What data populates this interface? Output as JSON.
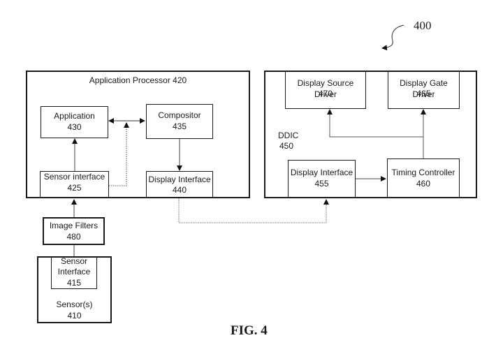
{
  "figure": {
    "reference_number": "400",
    "caption": "FIG. 4"
  },
  "application_processor": {
    "title": "Application Processor  420",
    "blocks": {
      "application": {
        "name": "Application",
        "number": "430"
      },
      "compositor": {
        "name": "Compositor",
        "number": "435"
      },
      "sensor_interface": {
        "name": "Sensor interface",
        "number": "425"
      },
      "display_interface": {
        "name": "Display Interface",
        "number": "440"
      }
    }
  },
  "ddic": {
    "name": "DDIC",
    "number": "450",
    "blocks": {
      "source_driver": {
        "name": "Display Source Driver",
        "number": "470"
      },
      "gate_driver": {
        "name": "Display Gate Driver",
        "number": "465"
      },
      "display_interface": {
        "name": "Display Interface",
        "number": "455"
      },
      "timing_controller": {
        "name": "Timing Controller",
        "number": "460"
      }
    }
  },
  "image_filters": {
    "name": "Image Filters",
    "number": "480"
  },
  "sensors": {
    "name": "Sensor(s)",
    "number": "410",
    "interface": {
      "line1": "Sensor",
      "line2": "Interface",
      "number": "415"
    }
  },
  "connections": [
    {
      "from": "Sensor Interface 415",
      "to": "Image Filters 480",
      "style": "solid"
    },
    {
      "from": "Image Filters 480",
      "to": "Sensor interface 425",
      "style": "solid-arrow"
    },
    {
      "from": "Sensor interface 425",
      "to": "Application 430",
      "style": "solid-arrow"
    },
    {
      "from": "Sensor interface 425",
      "to": "Application/Compositor bus",
      "style": "dotted-arrow"
    },
    {
      "from": "Application 430",
      "to": "Compositor 435",
      "style": "bidirectional"
    },
    {
      "from": "Compositor 435",
      "to": "Display Interface 440",
      "style": "solid-arrow"
    },
    {
      "from": "Display Interface 440",
      "to": "Display Interface 455",
      "style": "dotted-arrow"
    },
    {
      "from": "Display Interface 455",
      "to": "Timing Controller 460",
      "style": "solid-arrow"
    },
    {
      "from": "Timing Controller 460",
      "to": "Display Source Driver 470",
      "style": "solid-arrow"
    },
    {
      "from": "Timing Controller 460",
      "to": "Display Gate Driver 465",
      "style": "solid-arrow"
    }
  ]
}
